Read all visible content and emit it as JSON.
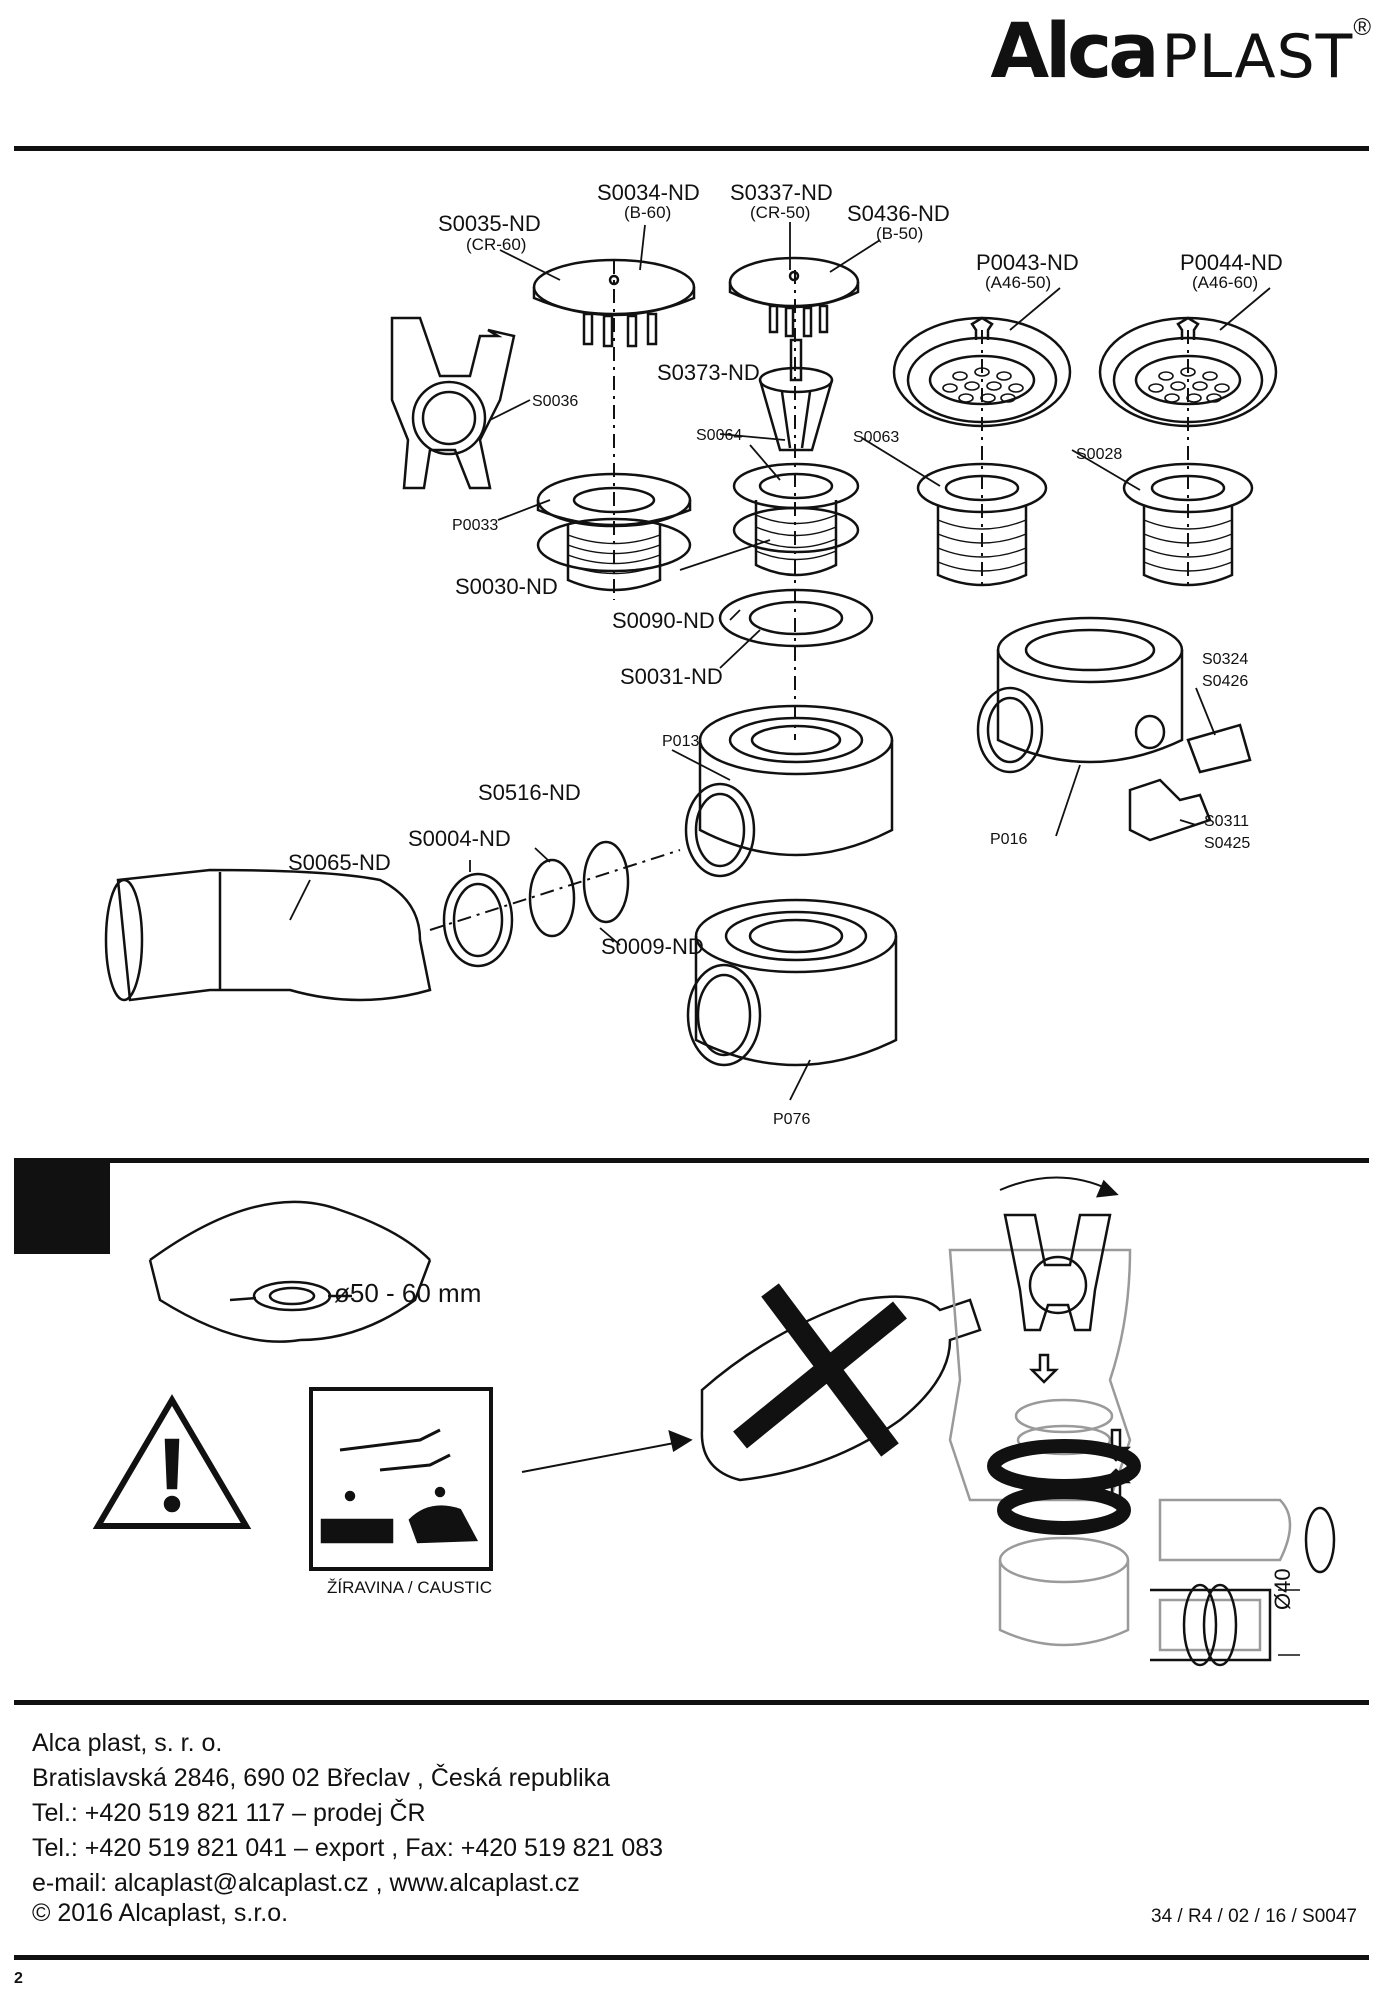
{
  "brand": {
    "name_bold": "Alca",
    "name_regular": "PLAST",
    "registered": "®"
  },
  "parts": {
    "s0035": "S0035-ND",
    "s0035_sub": "(CR-60)",
    "s0034": "S0034-ND",
    "s0034_sub": "(B-60)",
    "s0337": "S0337-ND",
    "s0337_sub": "(CR-50)",
    "s0436": "S0436-ND",
    "s0436_sub": "(B-50)",
    "p0043": "P0043-ND",
    "p0043_sub": "(A46-50)",
    "p0044": "P0044-ND",
    "p0044_sub": "(A46-60)",
    "s0036": "S0036",
    "s0373": "S0373-ND",
    "s0064": "S0064",
    "s0063": "S0063",
    "s0028": "S0028",
    "p0033": "P0033",
    "s0030": "S0030-ND",
    "s0090": "S0090-ND",
    "s0031": "S0031-ND",
    "s0324": "S0324",
    "s0426": "S0426",
    "p013": "P013",
    "s0516": "S0516-ND",
    "s0004": "S0004-ND",
    "s0065": "S0065-ND",
    "p016": "P016",
    "s0311": "S0311",
    "s0425": "S0425",
    "s0009": "S0009-ND",
    "p076": "P076"
  },
  "install": {
    "hole_diameter": "ø50 - 60 mm",
    "caustic_label": "ŽÍRAVINA / CAUSTIC",
    "pipe_diameter": "Ø40"
  },
  "footer": {
    "company": "Alca plast, s. r. o.",
    "address": "Bratislavská 2846, 690 02 Břeclav , Česká republika",
    "tel_sales": "Tel.: +420 519 821 117 – prodej ČR",
    "tel_export": "Tel.: +420 519 821 041 – export , Fax: +420 519 821 083",
    "email_web": "e-mail: alcaplast@alcaplast.cz , www.alcaplast.cz",
    "copyright": "© 2016 Alcaplast, s.r.o.",
    "doc_number": "34 / R4 / 02 / 16 / S0047",
    "page_number": "2"
  },
  "colors": {
    "ink": "#111111",
    "gray": "#9a9a9a"
  }
}
